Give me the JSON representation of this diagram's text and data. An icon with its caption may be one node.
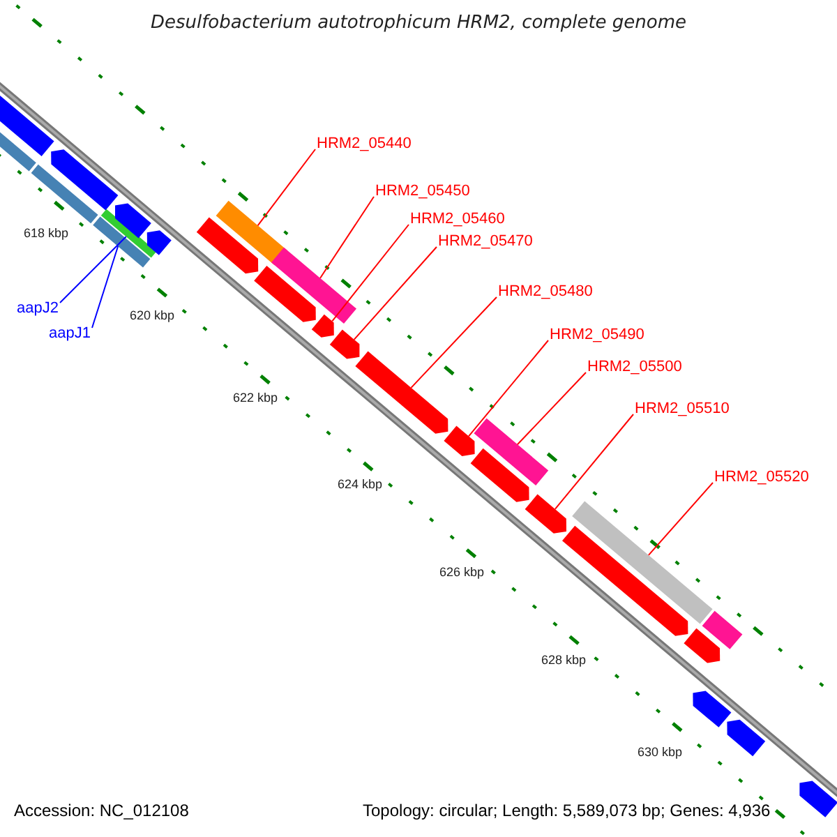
{
  "diagram": {
    "title": "Desulfobacterium autotrophicum HRM2, complete genome",
    "nodes": [
      {
        "text": [
          "HRM2_05440"
        ]
      },
      {
        "text": [
          "HRM2_05450"
        ]
      },
      {
        "text": [
          "HRM2_05460"
        ]
      },
      {
        "text": [
          "HRM2_05470"
        ]
      },
      {
        "text": [
          "HRM2_05480"
        ]
      },
      {
        "text": [
          "HRM2_05490"
        ]
      },
      {
        "text": [
          "HRM2_05500"
        ]
      },
      {
        "text": [
          "HRM2_05510"
        ]
      },
      {
        "text": [
          "HRM2_05520"
        ]
      },
      {
        "text": [
          "aapJ2"
        ]
      },
      {
        "text": [
          "aapJ1"
        ]
      },
      {
        "text": [],
        "shape": "bar"
      },
      {
        "text": [],
        "shape": "bar"
      },
      {
        "text": [],
        "shape": "arrow"
      },
      {
        "text": [],
        "shape": "arrow"
      },
      {
        "text": [],
        "shape": "arrow"
      },
      {
        "text": [],
        "shape": "arrow"
      },
      {
        "text": [],
        "shape": "bar"
      },
      {
        "text": [],
        "shape": "arrow"
      },
      {
        "text": [],
        "shape": "bar"
      },
      {
        "text": [],
        "shape": "bar"
      },
      {
        "text": [],
        "shape": "bar"
      },
      {
        "text": [],
        "shape": "arrow"
      },
      {
        "text": [],
        "shape": "arrow"
      },
      {
        "text": [],
        "shape": "arrow"
      },
      {
        "text": [],
        "shape": "arrow"
      },
      {
        "text": [],
        "shape": "arrow"
      },
      {
        "text": [],
        "shape": "bar"
      },
      {
        "text": [],
        "shape": "arrow"
      },
      {
        "text": [],
        "shape": "arrow"
      },
      {
        "text": [],
        "shape": "arrow"
      },
      {
        "text": [],
        "shape": "arrow"
      },
      {
        "text": [],
        "shape": "arrow"
      },
      {
        "text": [],
        "shape": "arrow"
      },
      {
        "text": [],
        "shape": "arrow"
      },
      {
        "text": [],
        "shape": "bar"
      },
      {
        "text": [],
        "shape": "bar"
      }
    ],
    "edges": [
      {
        "from": 0,
        "to": 11,
        "arrow": "none"
      },
      {
        "from": 1,
        "to": 12,
        "arrow": "none"
      },
      {
        "from": 2,
        "to": 13,
        "arrow": "none"
      },
      {
        "from": 3,
        "to": 14,
        "arrow": "none"
      },
      {
        "from": 4,
        "to": 15,
        "arrow": "none"
      },
      {
        "from": 5,
        "to": 16,
        "arrow": "none"
      },
      {
        "from": 6,
        "to": 17,
        "arrow": "none"
      },
      {
        "from": 7,
        "to": 18,
        "arrow": "none"
      },
      {
        "from": 8,
        "to": 19,
        "arrow": "none"
      },
      {
        "from": 9,
        "to": 20,
        "arrow": "none",
        "color": "#0000ff"
      },
      {
        "from": 10,
        "to": 21,
        "arrow": "none",
        "color": "#0000ff"
      }
    ],
    "labels": [
      "618 kbp",
      "620 kbp",
      "622 kbp",
      "624 kbp",
      "626 kbp",
      "628 kbp",
      "630 kbp",
      "Accession: NC_012108",
      "Topology: circular; Length: 5,589,073 bp; Genes: 4,936"
    ]
  }
}
